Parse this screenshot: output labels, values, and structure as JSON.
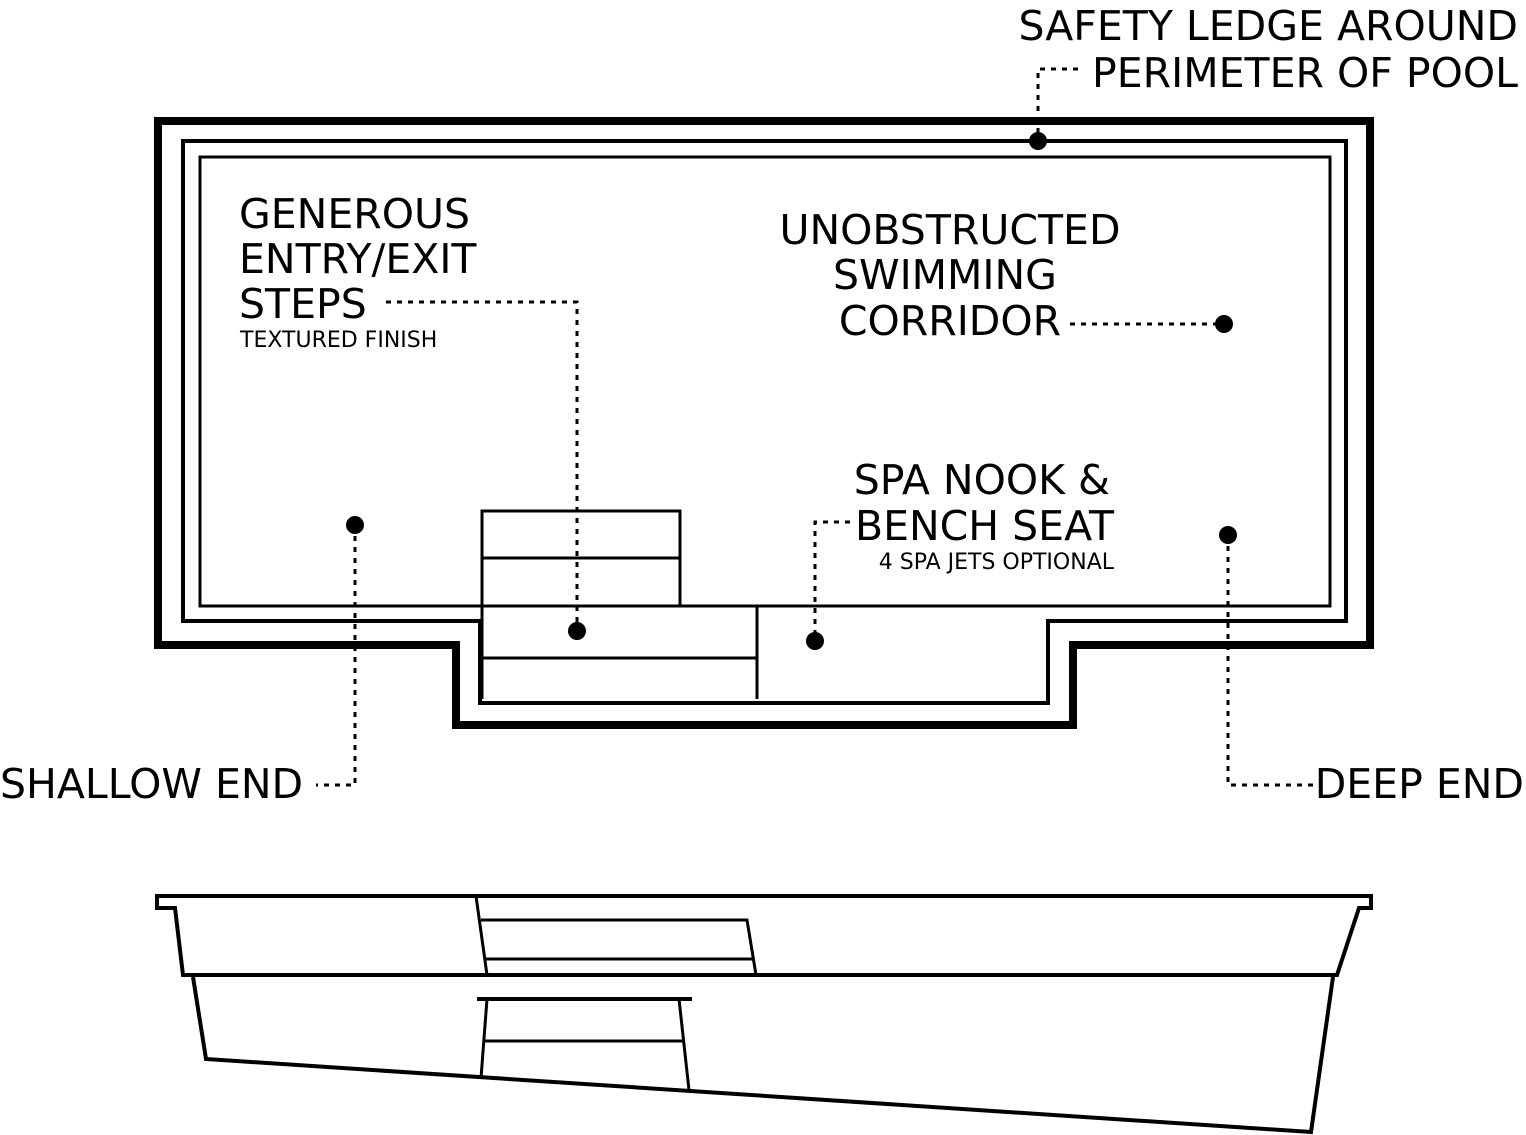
{
  "labels": {
    "safety_ledge_line1": "SAFETY LEDGE AROUND",
    "safety_ledge_line2": "PERIMETER OF POOL",
    "entry_steps_line1": "GENEROUS",
    "entry_steps_line2": "ENTRY/EXIT",
    "entry_steps_line3": "STEPS",
    "entry_steps_sub": "TEXTURED FINISH",
    "corridor_line1": "UNOBSTRUCTED",
    "corridor_line2": "SWIMMING",
    "corridor_line3": "CORRIDOR",
    "spa_line1": "SPA NOOK &",
    "spa_line2": "BENCH SEAT",
    "spa_sub": "4 SPA JETS OPTIONAL",
    "shallow_end": "SHALLOW END",
    "deep_end": "DEEP END"
  },
  "colors": {
    "ink": "#000000",
    "background": "#ffffff"
  }
}
